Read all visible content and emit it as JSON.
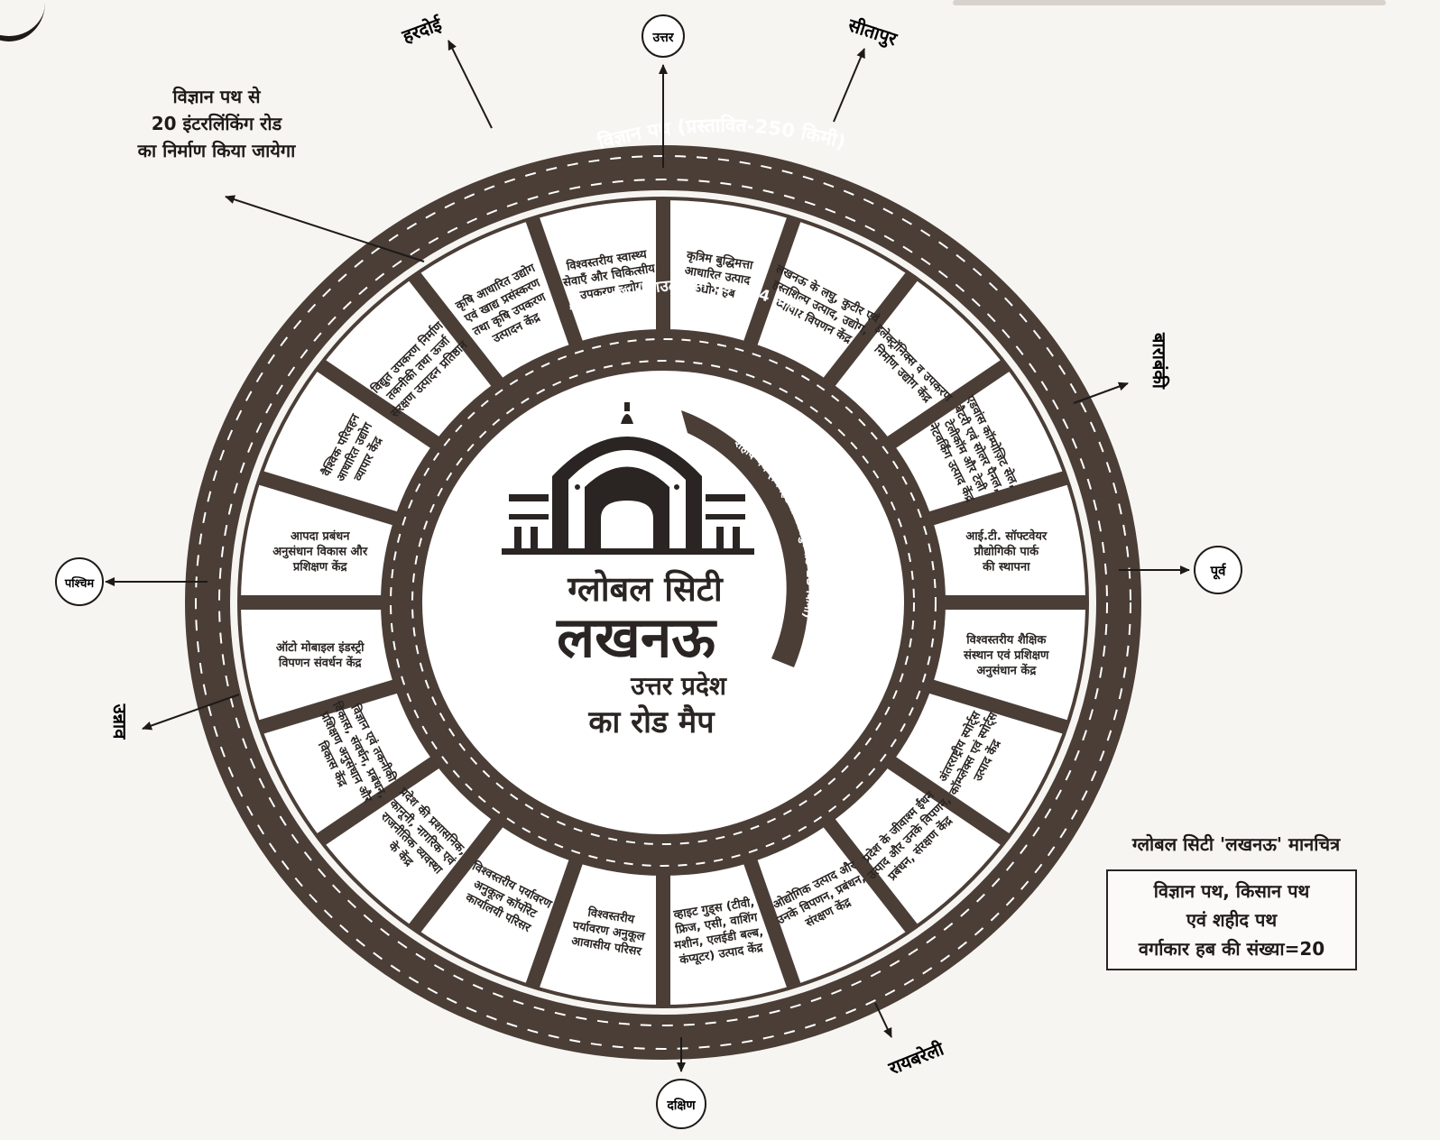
{
  "notes": {
    "interlink": [
      "विज्ञान पथ से",
      "20 इंटरलिंकिंग रोड",
      "का निर्माण किया जायेगा"
    ],
    "map_caption": "ग्लोबल सिटी 'लखनऊ' मानचित्र",
    "box_lines": [
      "विज्ञान पथ, किसान पथ",
      "एवं शहीद पथ",
      "वर्गाकार हब की संख्या=20"
    ]
  },
  "roads": {
    "vigyan": "विज्ञान पथ (प्रस्तावित-250 किमी)",
    "kisan": "किसान पथ (आउटर रिंग रोड-104 किमी)",
    "shaheed": "शहीद पथ (चिनहट से कानपुर रोड-23 किमी)"
  },
  "center": {
    "line1": "ग्लोबल सिटी",
    "line2": "लखनऊ",
    "line3": "उत्तर प्रदेश",
    "line4": "का रोड मैप"
  },
  "directions": {
    "north": "उत्तर",
    "south": "दक्षिण",
    "east": "पूर्व",
    "west": "पश्चिम"
  },
  "cities": {
    "hardoi": "हरदोई",
    "sitapur": "सीतापुर",
    "barabanki": "बाराबंकी",
    "raebareli": "रायबरेली",
    "unnao": "उन्नाव"
  },
  "hubs": [
    [
      "विद्युत उपकरण निर्माण",
      "तकनीकी तथा ऊर्जा",
      "संरक्षण उत्पादन प्रतिष्ठान"
    ],
    [
      "कृषि आधारित उद्योग",
      "एवं खाद्य प्रसंस्करण",
      "तथा कृषि उपकरण",
      "उत्पादन केंद्र"
    ],
    [
      "विश्वस्तरीय स्वास्थ्य",
      "सेवाएँ और चिकित्सीय",
      "उपकरण उद्योग"
    ],
    [
      "कृत्रिम बुद्धिमत्ता",
      "आधारित उत्पाद",
      "उद्योग हब"
    ],
    [
      "लखनऊ के लघु, कुटीर एवं",
      "हस्तशिल्प उत्पाद, उद्योग,",
      "व्यापार विपणन केंद्र"
    ],
    [
      "इलेक्ट्रॉनिक्स व उपकरण",
      "निर्माण उद्योग केंद्र"
    ],
    [
      "एडवांस कॉम्पोज़िट सेल,",
      "बैटरी एवं सोलर पैनल,",
      "टेलीकॉम और टेली",
      "नेटवर्किंग उत्पाद केंद्र"
    ],
    [
      "आई.टी. सॉफ्टवेयर",
      "प्रौद्योगिकी पार्क",
      "की स्थापना"
    ],
    [
      "विश्वस्तरीय शैक्षिक",
      "संस्थान एवं प्रशिक्षण",
      "अनुसंधान केंद्र"
    ],
    [
      "अंतरराष्ट्रीय स्पोर्ट्स",
      "कॉम्प्लेक्स एवं स्पोर्ट्स",
      "उत्पाद केंद्र"
    ],
    [
      "प्रदेश के जीवाश्म ईंधन",
      "उत्पाद और उनके विपणन,",
      "प्रबंधन, संरक्षण केंद्र"
    ],
    [
      "ओद्योगिक उत्पाद और",
      "उनके विपणन, प्रबंधन,",
      "संरक्षण केंद्र"
    ],
    [
      "व्हाइट गुड्स (टीवी,",
      "फ्रिज, एसी, वाशिंग",
      "मशीन, एलईडी बल्ब,",
      "कंप्यूटर) उत्पाद केंद्र"
    ],
    [
      "विश्वस्तरीय",
      "पर्यावरण अनुकूल",
      "आवासीय परिसर"
    ],
    [
      "विश्वस्तरीय पर्यावरण",
      "अनुकूल कॉर्पोरेट",
      "कार्यालयी परिसर"
    ],
    [
      "प्रदेश की प्रशासनिक,",
      "कानूनी, नागरिक एवं",
      "राजनीतिक व्यवस्था",
      "के केंद्र"
    ],
    [
      "विज्ञान एवं तकनीकी",
      "विकास, संवर्धन, प्रबंधन,",
      "प्रशिक्षण अनुसंधान और",
      "विकास केंद्र"
    ],
    [
      "ऑटो मोबाइल इंडस्ट्री",
      "विपणन संवर्धन केंद्र"
    ],
    [
      "आपदा प्रबंधन",
      "अनुसंधान विकास और",
      "प्रशिक्षण केंद्र"
    ],
    [
      "वैश्विक परिवहन",
      "आधारित उद्योग",
      "व्यापार केंद्र"
    ]
  ]
}
